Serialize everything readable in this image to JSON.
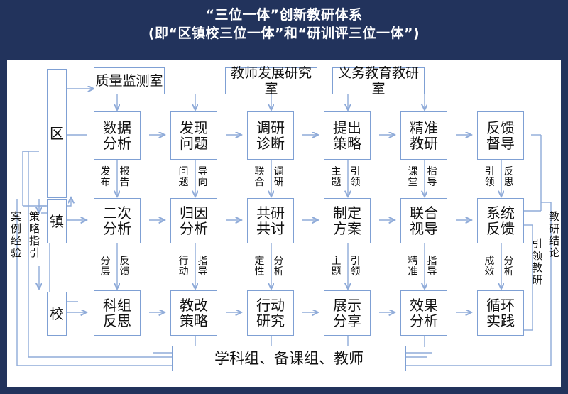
{
  "title": {
    "line1": "“三位一体”创新教研体系",
    "line2": "(即“区镇校三位一体”和“研训评三位一体”)"
  },
  "colors": {
    "background": "#22335c",
    "panel": "#ffffff",
    "box_border": "#7fa0d4",
    "connector": "#8fabd9",
    "text": "#111111",
    "title_text": "#ffffff"
  },
  "departments": [
    {
      "label": "质量监测室"
    },
    {
      "label": "教师发展研究室"
    },
    {
      "label": "义务教育教研室"
    }
  ],
  "levels": [
    {
      "label": "区"
    },
    {
      "label": "镇"
    },
    {
      "label": "校"
    }
  ],
  "rows": [
    {
      "level": "区",
      "stages": [
        {
          "label": "数据\n分析"
        },
        {
          "label": "发现\n问题"
        },
        {
          "label": "调研\n诊断"
        },
        {
          "label": "提出\n策略"
        },
        {
          "label": "精准\n教研"
        },
        {
          "label": "反馈\n督导"
        }
      ]
    },
    {
      "level": "镇",
      "stages": [
        {
          "label": "二次\n分析"
        },
        {
          "label": "归因\n分析"
        },
        {
          "label": "共研\n共讨"
        },
        {
          "label": "制定\n方案"
        },
        {
          "label": "联合\n视导"
        },
        {
          "label": "系统\n反馈"
        }
      ]
    },
    {
      "level": "校",
      "stages": [
        {
          "label": "科组\n反思"
        },
        {
          "label": "教改\n策略"
        },
        {
          "label": "行动\n研究"
        },
        {
          "label": "展示\n分享"
        },
        {
          "label": "效果\n分析"
        },
        {
          "label": "循环\n实践"
        }
      ]
    }
  ],
  "connector_labels_row1_to_row2": [
    {
      "left": "发\n布",
      "right": "报\n告"
    },
    {
      "left": "问\n题",
      "right": "导\n向"
    },
    {
      "left": "联\n合",
      "right": "调\n研"
    },
    {
      "left": "主\n题",
      "right": "引\n领"
    },
    {
      "left": "课\n堂",
      "right": "指\n导"
    },
    {
      "left": "引\n领",
      "right": "反\n思"
    }
  ],
  "connector_labels_row2_to_row3": [
    {
      "left": "分\n层",
      "right": "反\n馈"
    },
    {
      "left": "行\n动",
      "right": "指\n导"
    },
    {
      "left": "定\n性",
      "right": "分\n析"
    },
    {
      "left": "主\n题",
      "right": "引\n领"
    },
    {
      "left": "精\n准",
      "right": "指\n导"
    },
    {
      "left": "成\n效",
      "right": "分\n析"
    }
  ],
  "side_labels": {
    "left_outer": "案例经验",
    "left_inner": "策略指引",
    "right_inner": "引领教研",
    "right_outer": "教研结论"
  },
  "bottom_box": {
    "label": "学科组、备课组、教师"
  }
}
